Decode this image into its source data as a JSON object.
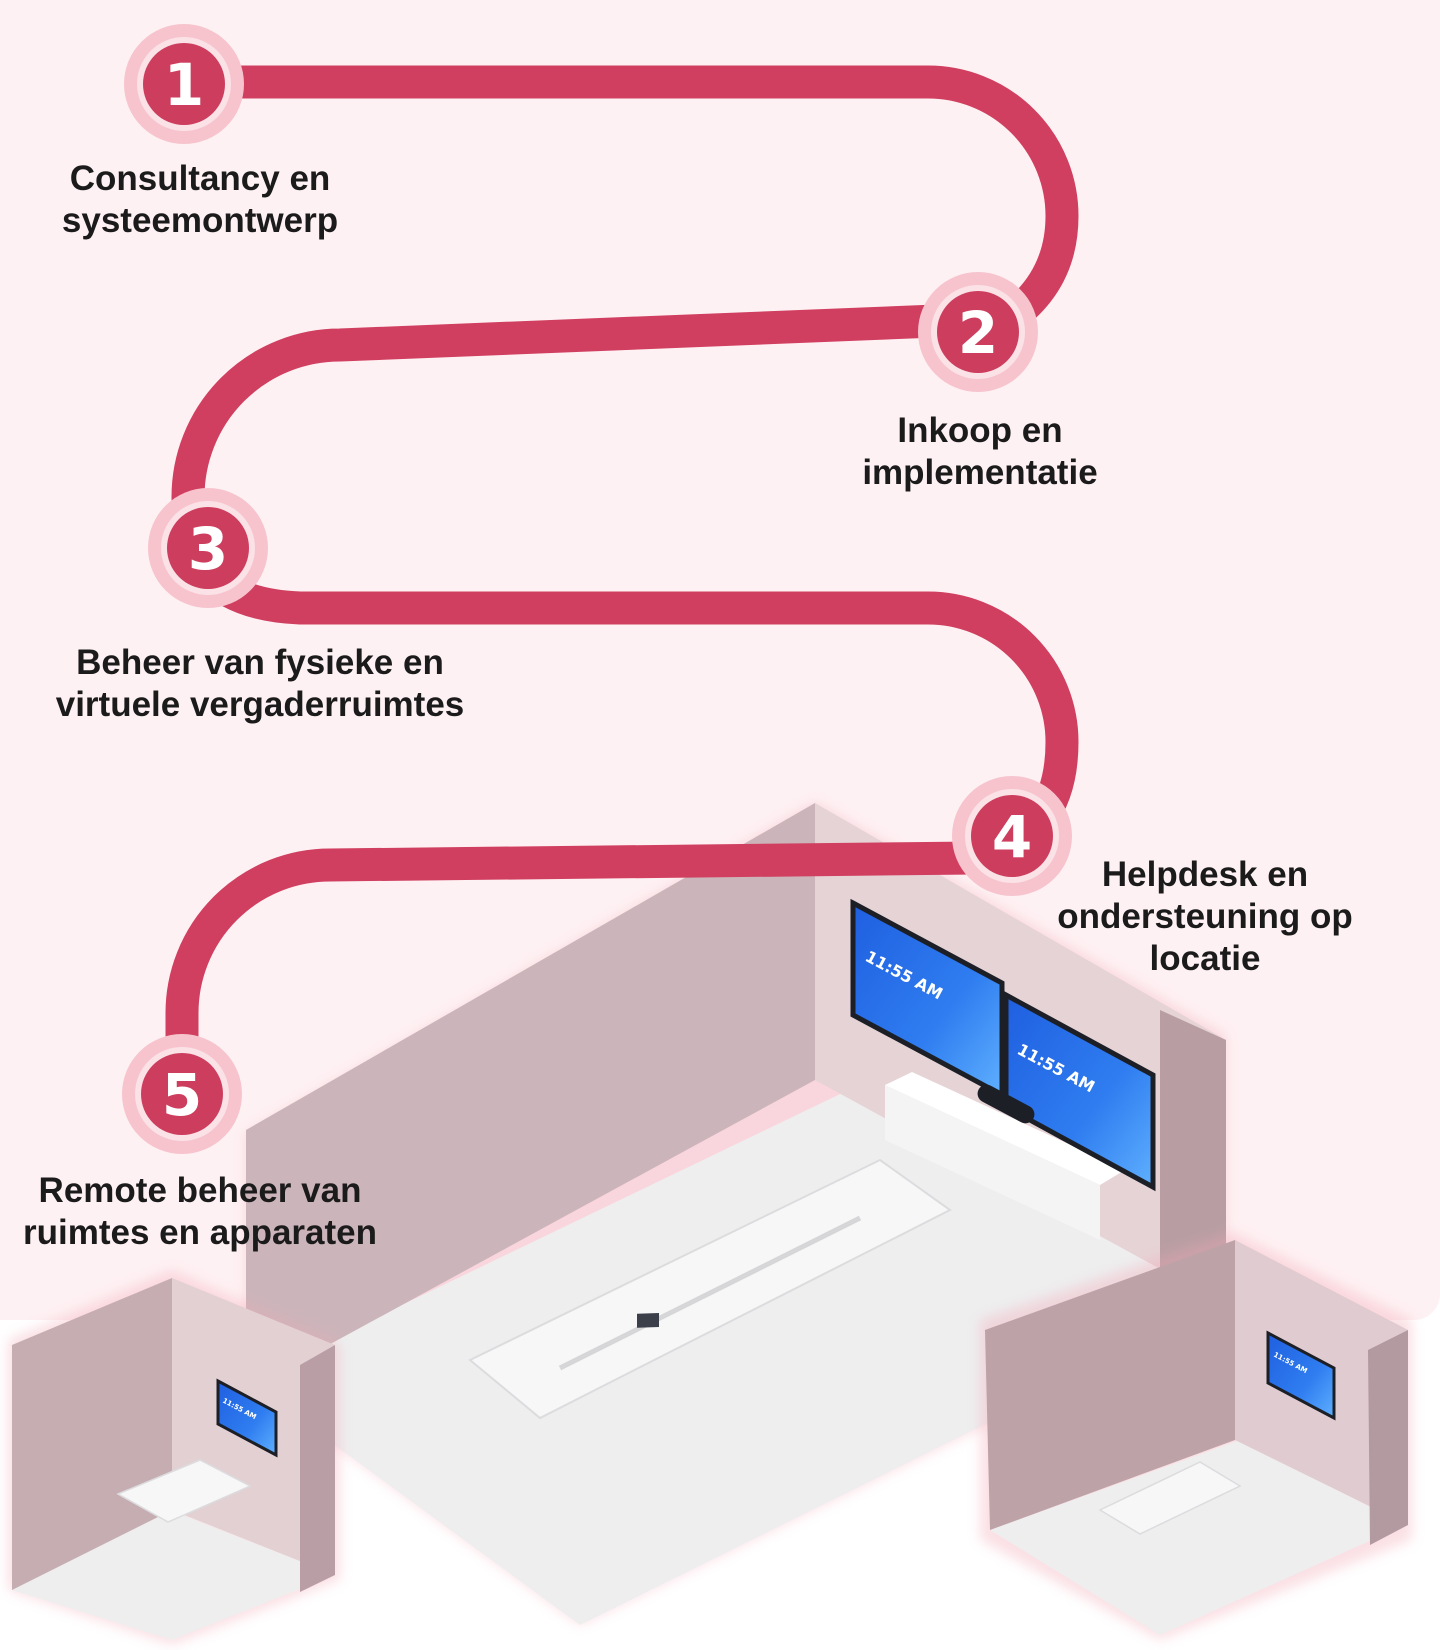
{
  "steps": [
    {
      "number": "1",
      "line1": "Consultancy en",
      "line2": "systeemontwerp",
      "line3": ""
    },
    {
      "number": "2",
      "line1": "Inkoop en",
      "line2": "implementatie",
      "line3": ""
    },
    {
      "number": "3",
      "line1": "Beheer van fysieke en",
      "line2": "virtuele vergaderruimtes",
      "line3": ""
    },
    {
      "number": "4",
      "line1": "Helpdesk en",
      "line2": "ondersteuning op",
      "line3": "locatie"
    },
    {
      "number": "5",
      "line1": "Remote beheer van",
      "line2": "ruimtes en apparaten",
      "line3": ""
    }
  ],
  "screen_time": "11:55 AM",
  "colors": {
    "path": "#d03f5f",
    "badge": "#cd3d5e",
    "badge_halo": "#f7c4ce",
    "background": "#fef1f3",
    "screen": "#2a6ee8",
    "wall": "#c9b2b6",
    "floor": "#eeeeef"
  }
}
